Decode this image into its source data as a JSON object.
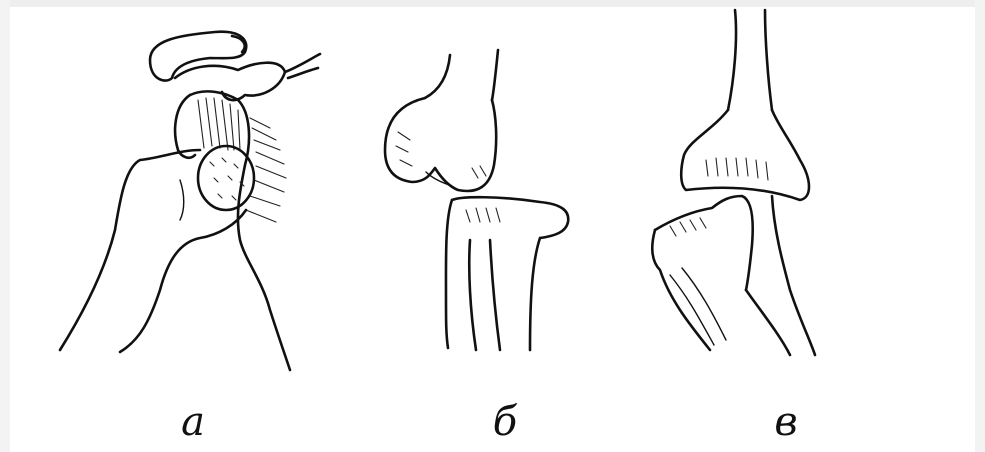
{
  "figure": {
    "panels": [
      {
        "id": "a",
        "label": "а"
      },
      {
        "id": "b",
        "label": "б"
      },
      {
        "id": "v",
        "label": "в"
      }
    ]
  }
}
